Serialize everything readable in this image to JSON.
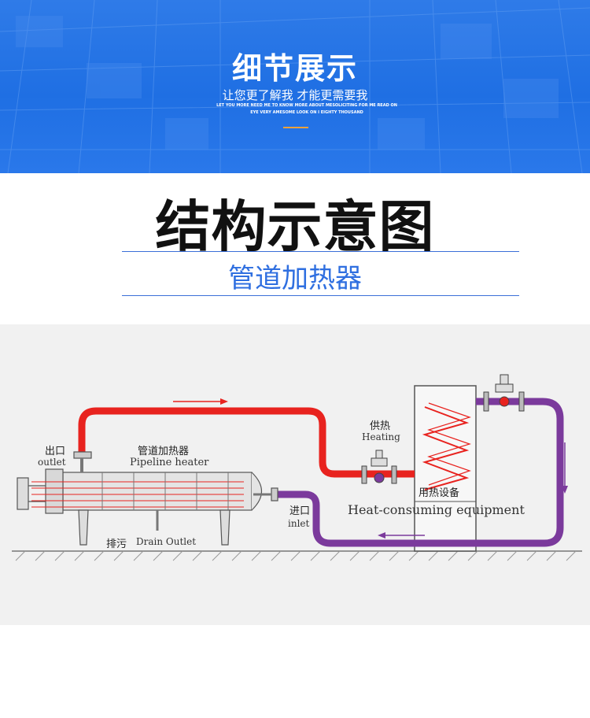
{
  "banner": {
    "title": "细节展示",
    "subtitle": "让您更了解我 才能更需要我",
    "english": "LET YOU MORE NEED ME TO KNOW MORE ABOUT MESOLICITING FOR ME READ ON EYE VERY AMESOME LOOK ON I EIGHTY THOUSAND",
    "accent_color": "#f0a23b"
  },
  "section": {
    "title": "结构示意图",
    "subtitle": "管道加热器",
    "accent_color": "#2f6fe0"
  },
  "diagram": {
    "outlet_cn": "出口",
    "outlet_en": "outlet",
    "heater_cn": "管道加热器",
    "heater_en": "Pipeline heater",
    "drain_cn": "排污",
    "drain_en": "Drain Outlet",
    "inlet_cn": "进口",
    "inlet_en": "inlet",
    "heating_cn": "供热",
    "heating_en": "Heating",
    "equipment_cn": "用热设备",
    "equipment_en": "Heat-consuming equipment",
    "hot_pipe_color": "#e8231f",
    "return_pipe_color": "#7b3a9c"
  }
}
